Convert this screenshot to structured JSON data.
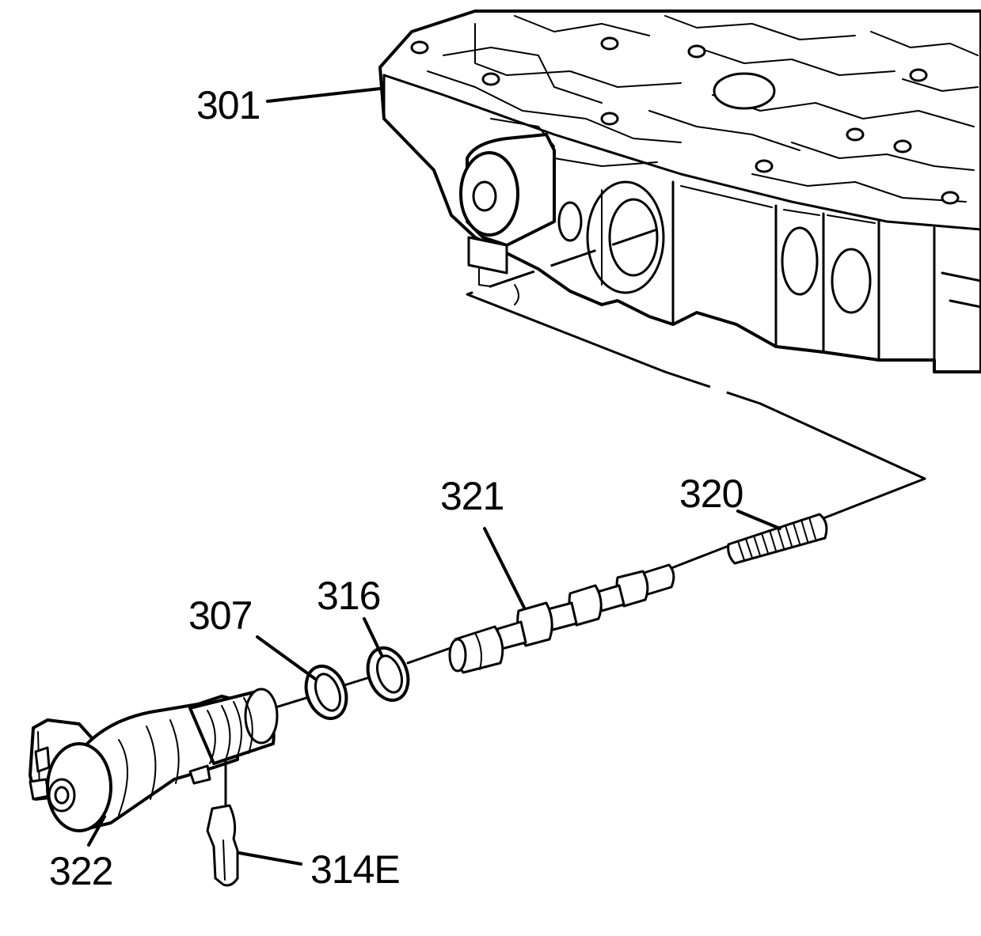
{
  "diagram": {
    "callouts": {
      "c301": "301",
      "c321": "321",
      "c320": "320",
      "c316": "316",
      "c307": "307",
      "c322": "322",
      "c314e": "314E"
    }
  }
}
